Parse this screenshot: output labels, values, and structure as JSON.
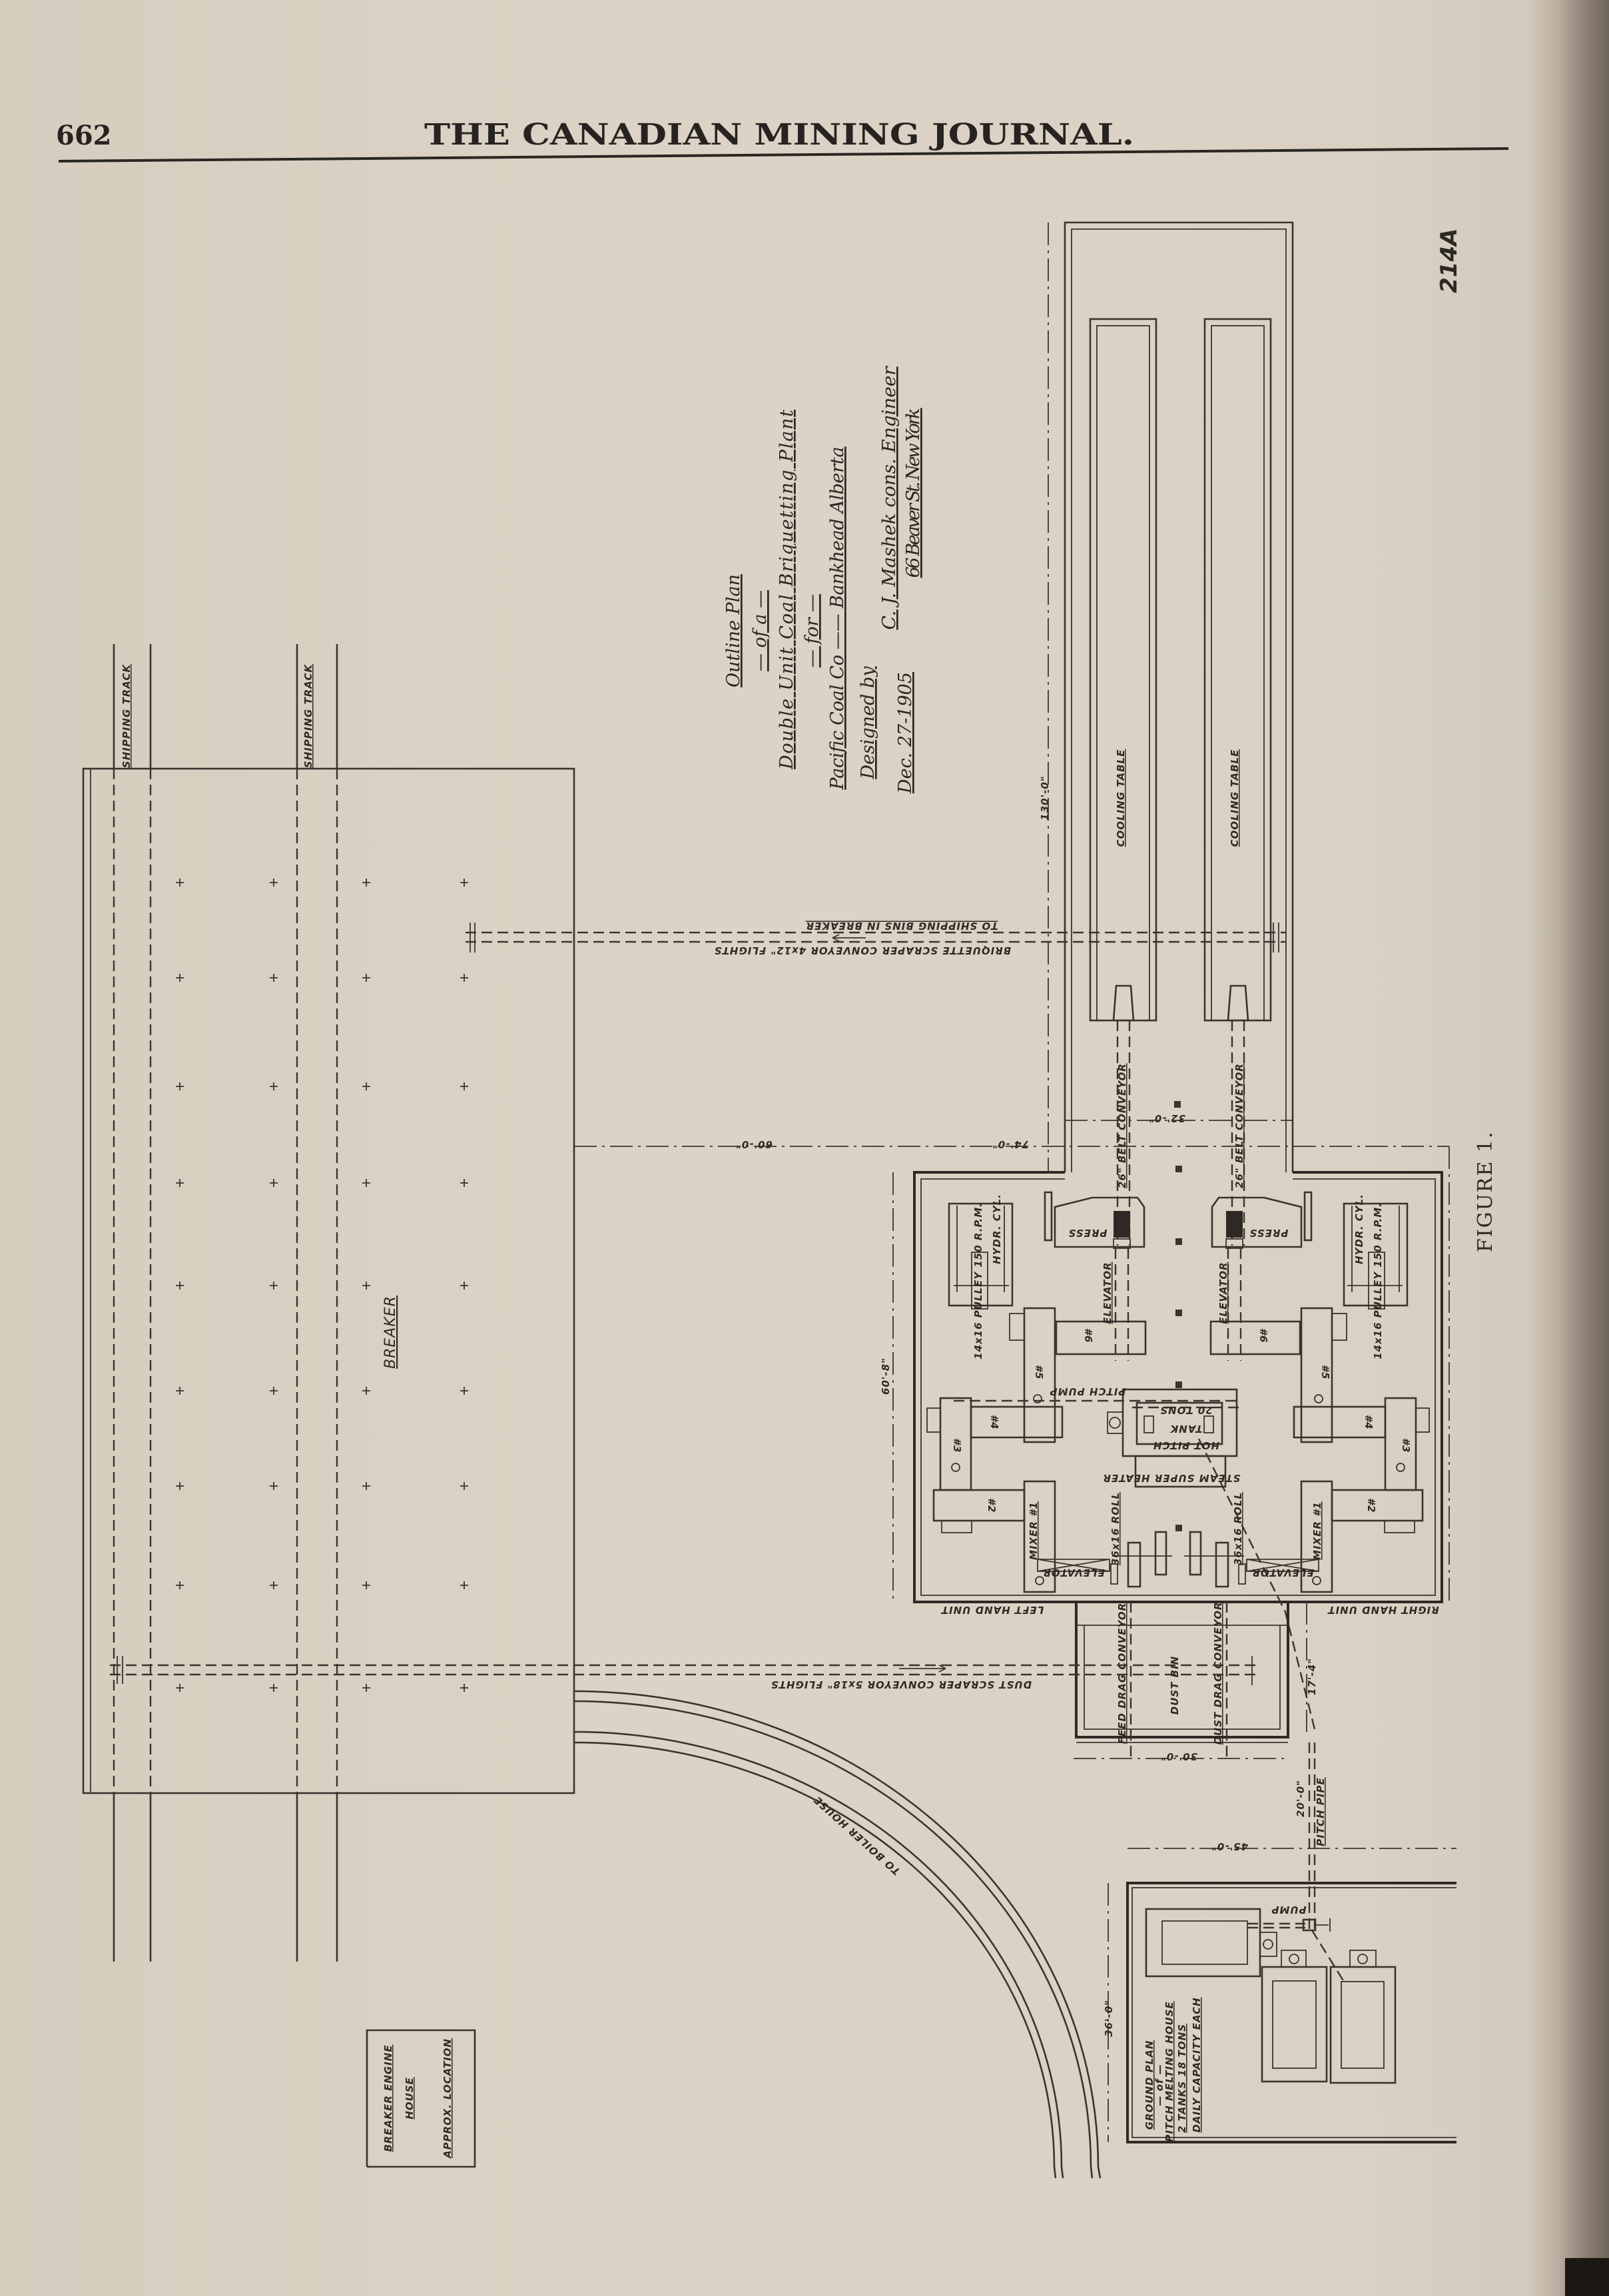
{
  "header": {
    "page_number": "662",
    "journal_title": "THE CANADIAN MINING JOURNAL."
  },
  "margin_note": "214A",
  "figure_caption": "FIGURE 1.",
  "title_block": {
    "l1": "Outline Plan",
    "l2": "— of a —",
    "l3": "Double Unit Coal Briquetting Plant",
    "l4": "— for —",
    "l5": "Pacific Coal Co —— Bankhead Alberta",
    "l6": "Designed by",
    "l7": "C. J. Mashek cons. Engineer",
    "l8": "Dec. 27-1905",
    "l9": "66 Beaver St. New York"
  },
  "labels": {
    "breaker": "BREAKER",
    "shipping_track": "SHIPPING TRACK",
    "cooling_table": "COOLING TABLE",
    "belt_conveyor": "26\" BELT CONVEYOR",
    "briquette_conveyor": "BRIQUETTE SCRAPER CONVEYOR 4x12\" FLIGHTS",
    "to_shipping_bins": "TO SHIPPING BINS IN BREAKER",
    "press": "PRESS",
    "elevator": "ELEVATOR",
    "hydr_cyl": "HYDR. CYL.",
    "pulley": "14x16 PULLEY 150 R.P.M.",
    "n6": "#6",
    "n5": "#5",
    "n4": "#4",
    "n3": "#3",
    "n2": "#2",
    "mixer": "MIXER #1",
    "pitch_pump": "PITCH PUMP",
    "hot_pitch": "HOT PITCH",
    "tank": "TANK",
    "tank_capacity": "20 TONS",
    "steam_super_heater": "STEAM SUPER HEATER",
    "roll": "36x16 ROLL",
    "left_hand_unit": "LEFT HAND UNIT",
    "right_hand_unit": "RIGHT HAND UNIT",
    "feed_drag": "FEED DRAG CONVEYOR",
    "dust_drag": "DUST DRAG CONVEYOR",
    "dust_bin": "DUST BIN",
    "dust_conveyor": "DUST SCRAPER CONVEYOR 5x18\" FLIGHTS",
    "to_boiler_house": "TO BOILER HOUSE",
    "pitch_pipe": "PITCH PIPE",
    "pump": "PUMP",
    "pitch_house": [
      "GROUND PLAN",
      "— of —",
      "PITCH MELTING HOUSE",
      "2 TANKS 18 TONS",
      "DAILY CAPACITY EACH"
    ],
    "engine_house": [
      "BREAKER ENGINE",
      "HOUSE",
      "APPROX. LOCATION"
    ]
  },
  "dimensions": {
    "cooling_length": "130'-0\"",
    "cooling_width": "32'-0\"",
    "breaker_gap": "60'-0\"",
    "plant_length": "74'-0\"",
    "plant_width": "60'-8\"",
    "dust_bin_width": "30'-0\"",
    "dust_bin_offset": "17'-4\"",
    "pipe_length": "20'-0\"",
    "pitch_house_length": "45'-0\"",
    "pitch_house_width": "36'-0\""
  }
}
